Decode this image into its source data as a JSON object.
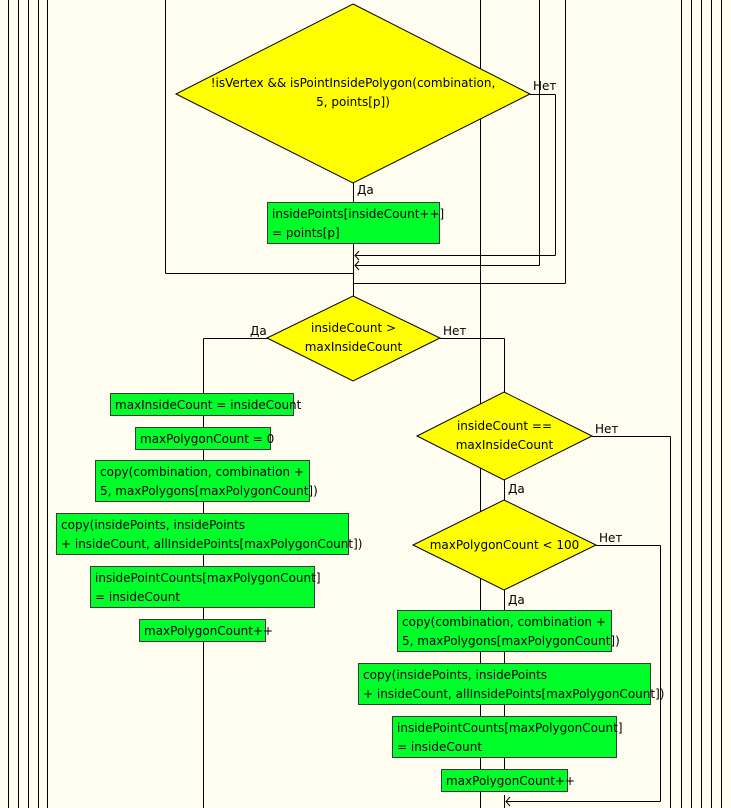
{
  "diagram": {
    "yes_label": "Да",
    "no_label": "Нет",
    "d1": "!isVertex && isPointInsidePolygon(combination,\n5, points[p])",
    "d2": "insideCount >\nmaxInsideCount",
    "d3": "insideCount ==\nmaxInsideCount",
    "d4": "maxPolygonCount < 100",
    "b_insidepts": "insidePoints[insideCount++]\n= points[p]",
    "b_maxinside": "maxInsideCount = insideCount",
    "b_maxpoly0": "maxPolygonCount = 0",
    "b_copy1": "copy(combination, combination +\n5, maxPolygons[maxPolygonCount])",
    "b_copy2": "copy(insidePoints, insidePoints\n+ insideCount, allInsidePoints[maxPolygonCount])",
    "b_ipc1": "insidePointCounts[maxPolygonCount]\n= insideCount",
    "b_mpc1": "maxPolygonCount++",
    "b_copy3": "copy(combination, combination +\n5, maxPolygons[maxPolygonCount])",
    "b_copy4": "copy(insidePoints, insidePoints\n+ insideCount, allInsidePoints[maxPolygonCount])",
    "b_ipc2": "insidePointCounts[maxPolygonCount]\n= insideCount",
    "b_mpc2": "maxPolygonCount++"
  },
  "colors": {
    "background": "#fffdf0",
    "decision": "#ffff00",
    "action": "#00ff2a",
    "line": "#000000"
  }
}
